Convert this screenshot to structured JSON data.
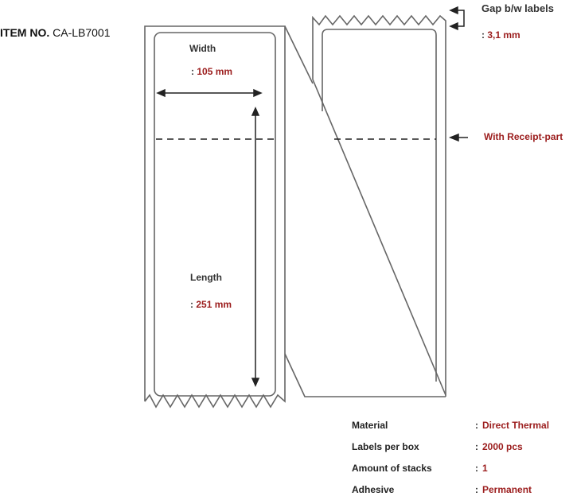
{
  "header": {
    "item_no_label": "ITEM NO.",
    "item_no_value": "CA-LB7001"
  },
  "diagram": {
    "width_label": "Width",
    "width_value": "105 mm",
    "length_label": "Length",
    "length_value": "251 mm",
    "gap_label": "Gap b/w labels",
    "gap_value": "3,1 mm",
    "receipt_label": "With Receipt-part",
    "colon": ":"
  },
  "specs": [
    {
      "key": "Material",
      "value": "Direct Thermal"
    },
    {
      "key": "Labels per box",
      "value": "2000 pcs"
    },
    {
      "key": "Amount of stacks",
      "value": "1"
    },
    {
      "key": "Adhesive",
      "value": "Permanent"
    }
  ],
  "colors": {
    "accent_value": "#9b1c1c",
    "line": "#555555",
    "text": "#222222"
  }
}
